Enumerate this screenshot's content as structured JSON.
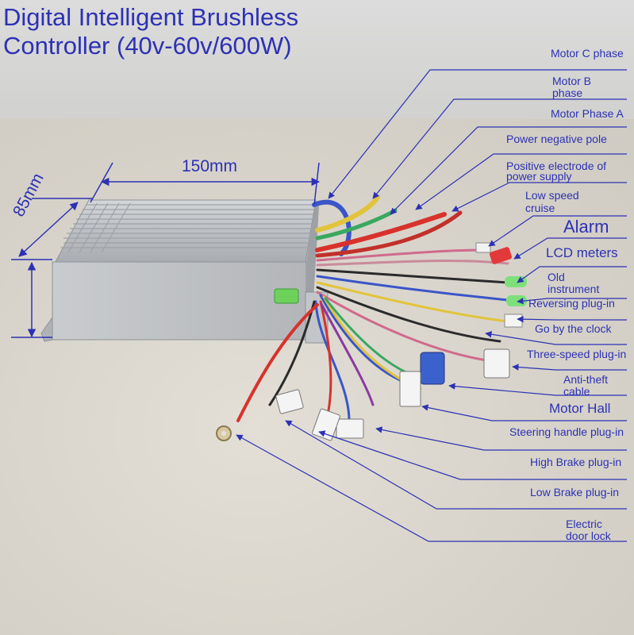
{
  "title": {
    "line1": "Digital Intelligent Brushless",
    "line2": "Controller (40v-60v/600W)"
  },
  "dimensions": {
    "width": "150mm",
    "height": "85mm"
  },
  "labels": [
    {
      "id": "motor-c-phase",
      "text": "Motor C phase"
    },
    {
      "id": "motor-b-phase",
      "text": "Motor B phase"
    },
    {
      "id": "motor-phase-a",
      "text": "Motor Phase A"
    },
    {
      "id": "power-negative-pole",
      "text": "Power negative pole"
    },
    {
      "id": "positive-electrode",
      "text": "Positive electrode of power supply"
    },
    {
      "id": "low-speed-cruise",
      "text": "Low speed cruise"
    },
    {
      "id": "alarm",
      "text": "Alarm"
    },
    {
      "id": "lcd-meters",
      "text": "LCD meters"
    },
    {
      "id": "old-instrument",
      "text": "Old instrument"
    },
    {
      "id": "reversing-plug-in",
      "text": "Reversing plug-in"
    },
    {
      "id": "go-by-the-clock",
      "text": "Go by the clock"
    },
    {
      "id": "three-speed-plug-in",
      "text": "Three-speed plug-in"
    },
    {
      "id": "anti-theft-cable",
      "text": "Anti-theft cable"
    },
    {
      "id": "motor-hall",
      "text": "Motor Hall"
    },
    {
      "id": "steering-handle-plug-in",
      "text": "Steering handle plug-in"
    },
    {
      "id": "high-brake-plug-in",
      "text": "High Brake plug-in"
    },
    {
      "id": "low-brake-plug-in",
      "text": "Low Brake plug-in"
    },
    {
      "id": "electric-door-lock",
      "text": "Electric door lock"
    }
  ],
  "colors": {
    "annotation": "#2d31b4",
    "housing": "#b9bcc0",
    "red_wire": "#d8322c",
    "yellow_wire": "#e2c43a",
    "blue_wire": "#3a55c8",
    "green_wire": "#3aa860",
    "pink_wire": "#d06a8c"
  }
}
